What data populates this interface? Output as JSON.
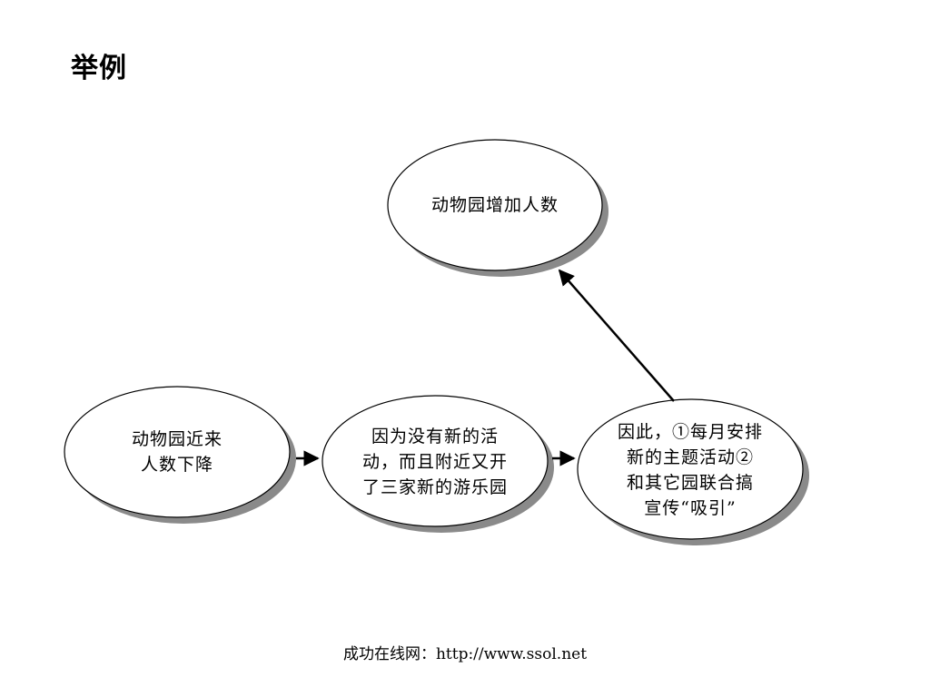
{
  "slide": {
    "title": "举例"
  },
  "diagram": {
    "nodes": {
      "goal": {
        "lines": [
          "动物园增加人数"
        ]
      },
      "problem": {
        "lines": [
          "动物园近来",
          "人数下降"
        ]
      },
      "cause": {
        "lines": [
          "因为没有新的活",
          "动，而且附近又开",
          "了三家新的游乐园"
        ]
      },
      "solution": {
        "lines": [
          "因此，①每月安排",
          "新的主题活动②",
          "和其它园联合搞",
          "宣传“吸引”"
        ]
      }
    },
    "edges": [
      {
        "from": "problem",
        "to": "cause"
      },
      {
        "from": "cause",
        "to": "solution"
      },
      {
        "from": "solution",
        "to": "goal"
      }
    ]
  },
  "footer": {
    "text": "成功在线网：http://www.ssol.net"
  }
}
